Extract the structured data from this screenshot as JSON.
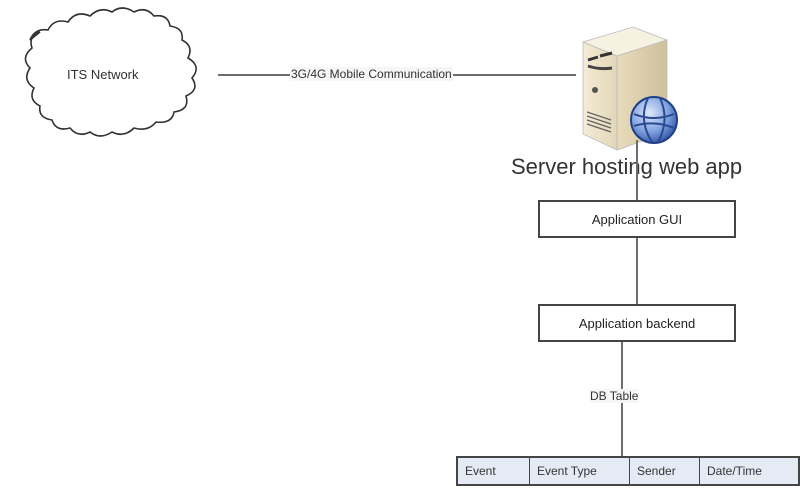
{
  "diagram": {
    "network_cloud": {
      "label": "ITS Network",
      "icon": "cloud-icon"
    },
    "link_label": "3G/4G Mobile Communication",
    "server": {
      "caption": "Server hosting web app",
      "icon": "server-tower-icon",
      "badge_icon": "globe-icon"
    },
    "app_gui": {
      "label": "Application GUI"
    },
    "app_backend": {
      "label": "Application backend"
    },
    "db_label": "DB Table",
    "db_table": {
      "columns": [
        "Event",
        "Event Type",
        "Sender",
        "Date/Time"
      ]
    },
    "colors": {
      "line": "#6d6d6d",
      "box_border": "#444444",
      "table_fill": "#e4ebf5",
      "server_body": "#efe6cf",
      "globe": "#4a74c9"
    }
  }
}
